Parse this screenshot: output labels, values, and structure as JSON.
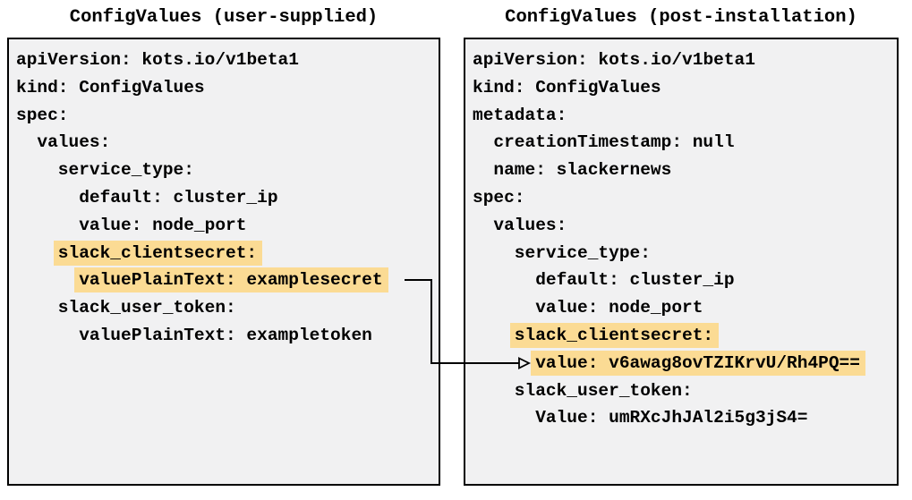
{
  "left_panel": {
    "title": "ConfigValues (user-supplied)",
    "lines": [
      {
        "text": "apiVersion: kots.io/v1beta1",
        "indent": 0,
        "highlighted": false
      },
      {
        "text": "kind: ConfigValues",
        "indent": 0,
        "highlighted": false
      },
      {
        "text": "spec:",
        "indent": 0,
        "highlighted": false
      },
      {
        "text": "values:",
        "indent": 2,
        "highlighted": false
      },
      {
        "text": "service_type:",
        "indent": 4,
        "highlighted": false
      },
      {
        "text": "default: cluster_ip",
        "indent": 6,
        "highlighted": false
      },
      {
        "text": "value: node_port",
        "indent": 6,
        "highlighted": false
      },
      {
        "text": "slack_clientsecret:",
        "indent": 4,
        "highlighted": true
      },
      {
        "text": "valuePlainText: examplesecret",
        "indent": 6,
        "highlighted": true
      },
      {
        "text": "slack_user_token:",
        "indent": 4,
        "highlighted": false
      },
      {
        "text": "valuePlainText: exampletoken",
        "indent": 6,
        "highlighted": false
      }
    ]
  },
  "right_panel": {
    "title": "ConfigValues (post-installation)",
    "lines": [
      {
        "text": "apiVersion: kots.io/v1beta1",
        "indent": 0,
        "highlighted": false
      },
      {
        "text": "kind: ConfigValues",
        "indent": 0,
        "highlighted": false
      },
      {
        "text": "metadata:",
        "indent": 0,
        "highlighted": false
      },
      {
        "text": "creationTimestamp: null",
        "indent": 2,
        "highlighted": false
      },
      {
        "text": "name: slackernews",
        "indent": 2,
        "highlighted": false
      },
      {
        "text": "spec:",
        "indent": 0,
        "highlighted": false
      },
      {
        "text": "values:",
        "indent": 2,
        "highlighted": false
      },
      {
        "text": "service_type:",
        "indent": 4,
        "highlighted": false
      },
      {
        "text": "default: cluster_ip",
        "indent": 6,
        "highlighted": false
      },
      {
        "text": "value: node_port",
        "indent": 6,
        "highlighted": false
      },
      {
        "text": "slack_clientsecret:",
        "indent": 4,
        "highlighted": true
      },
      {
        "text": "value: v6awag8ovTZIKrvU/Rh4PQ==",
        "indent": 6,
        "highlighted": true
      },
      {
        "text": "slack_user_token:",
        "indent": 4,
        "highlighted": false
      },
      {
        "text": "Value: umRXcJhJAl2i5g3jS4=",
        "indent": 6,
        "highlighted": false
      }
    ]
  },
  "connector": {
    "from": "valuePlainText: examplesecret",
    "to": "value: v6awag8ovTZIKrvU/Rh4PQ==",
    "direction": "left-panel-to-right-panel"
  },
  "colors": {
    "highlight": "#fbdb94",
    "panel_bg": "#f1f1f2",
    "border": "#000000",
    "text": "#000000"
  }
}
